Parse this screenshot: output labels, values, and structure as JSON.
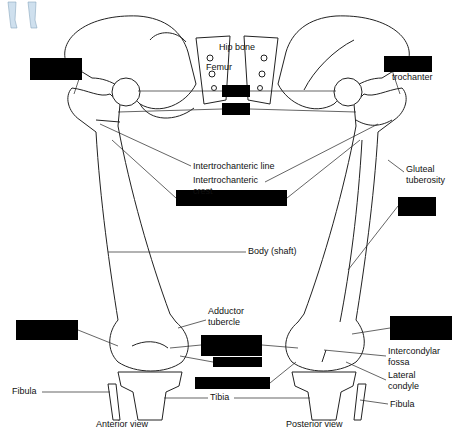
{
  "diagram": {
    "labels": [
      "Hip bone",
      "Femur",
      "trochanter",
      "Intertrochanteric line",
      "Intertrochanteric crest",
      "Gluteal tuberosity",
      "Body (shaft)",
      "Adductor tubercle",
      "Intercondylar fossa",
      "Lateral condyle",
      "Fibula",
      "Tibia",
      "Fibula",
      "Anterior view",
      "Posterior view"
    ]
  }
}
